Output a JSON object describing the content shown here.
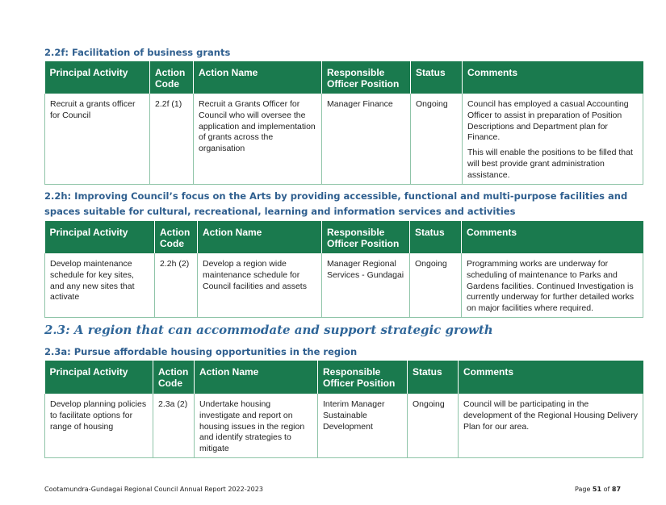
{
  "section_2f": {
    "heading": "2.2f: Facilitation of business grants",
    "headers": [
      "Principal Activity",
      "Action Code",
      "Action Name",
      "Responsible Officer Position",
      "Status",
      "Comments"
    ],
    "row": {
      "activity": "Recruit a grants officer for Council",
      "code": "2.2f (1)",
      "action": "Recruit a Grants Officer for Council who will oversee the application and implementation of grants across the organisation",
      "officer": "Manager Finance",
      "status": "Ongoing",
      "comment_1": "Council has employed a casual Accounting Officer to assist in preparation of Position Descriptions and Department plan for Finance.",
      "comment_2": "This will enable the positions to be filled that will best provide grant administration assistance."
    }
  },
  "section_2h": {
    "heading": "2.2h: Improving Council’s focus on the Arts by providing accessible, functional and multi-purpose facilities and spaces suitable for cultural, recreational, learning and information services and activities",
    "headers": [
      "Principal Activity",
      "Action Code",
      "Action Name",
      "Responsible Officer Position",
      "Status",
      "Comments"
    ],
    "row": {
      "activity": "Develop maintenance schedule for key sites, and any new sites that activate",
      "code": "2.2h (2)",
      "action": "Develop a region wide maintenance schedule for Council facilities and assets",
      "officer": "Manager Regional Services - Gundagai",
      "status": "Ongoing",
      "comment_1": "Programming works are underway for scheduling of maintenance to Parks and Gardens facilities. Continued Investigation is currently underway for further detailed works on major facilities where required."
    }
  },
  "section_23": {
    "heading": "2.3: A region that can accommodate and support strategic growth"
  },
  "section_3a": {
    "heading": "2.3a: Pursue affordable housing opportunities in the region",
    "headers": [
      "Principal Activity",
      "Action Code",
      "Action Name",
      "Responsible Officer Position",
      "Status",
      "Comments"
    ],
    "row": {
      "activity": "Develop planning policies to facilitate options for range of housing",
      "code": "2.3a (2)",
      "action": "Undertake housing investigate and report on housing issues in the region and identify strategies to mitigate",
      "officer": "Interim Manager Sustainable Development",
      "status": "Ongoing",
      "comment_1": "Council will be participating in the development of the Regional Housing Delivery Plan for our area."
    }
  },
  "footer": {
    "report_title": "Cootamundra-Gundagai Regional Council Annual Report 2022-2023",
    "page_prefix": "Page",
    "page_number": "51",
    "page_of": "of",
    "page_total": "87"
  }
}
